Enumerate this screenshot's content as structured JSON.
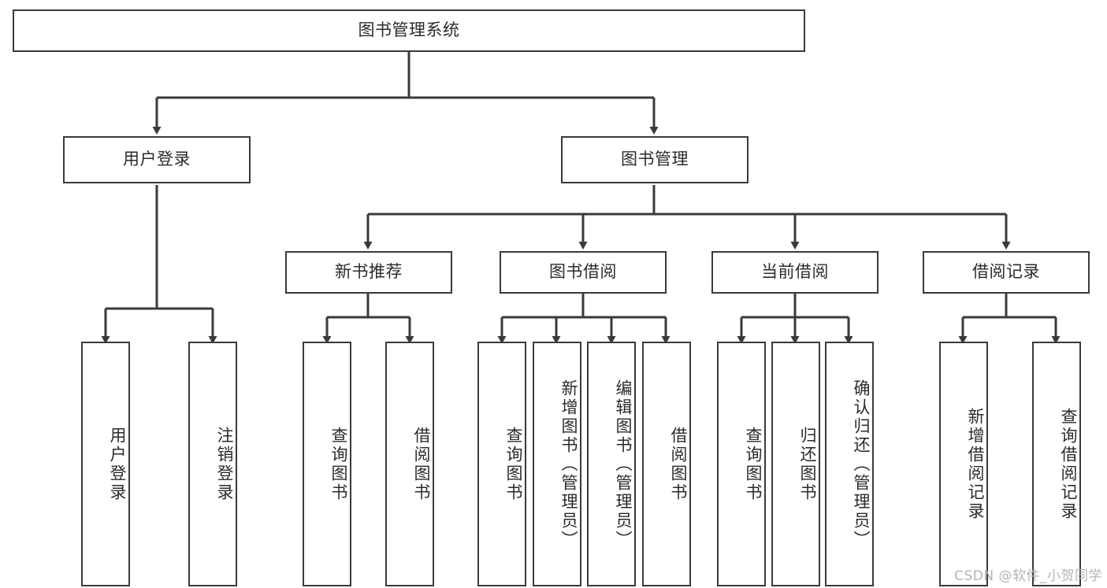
{
  "diagram": {
    "type": "tree-hierarchy-diagram",
    "title": "图书管理系统",
    "line_color": "#3a3a3a",
    "box_fill": "#ffffff",
    "text_color": "#2b2b2b",
    "levels": {
      "root": {
        "label": "图书管理系统"
      },
      "level2": [
        {
          "label": "用户登录"
        },
        {
          "label": "图书管理"
        }
      ],
      "level3": [
        {
          "label": "新书推荐"
        },
        {
          "label": "图书借阅"
        },
        {
          "label": "当前借阅"
        },
        {
          "label": "借阅记录"
        }
      ],
      "leaves": {
        "user_login": [
          {
            "label": "用户登录"
          },
          {
            "label": "注销登录"
          }
        ],
        "new_book_recommend": [
          {
            "label": "查询图书"
          },
          {
            "label": "借阅图书"
          }
        ],
        "book_borrow": [
          {
            "label": "查询图书"
          },
          {
            "label": "新增图书（管理员）"
          },
          {
            "label": "编辑图书（管理员）"
          },
          {
            "label": "借阅图书"
          }
        ],
        "current_borrow": [
          {
            "label": "查询图书"
          },
          {
            "label": "归还图书"
          },
          {
            "label": "确认归还（管理员）"
          }
        ],
        "borrow_record": [
          {
            "label": "新增借阅记录"
          },
          {
            "label": "查询借阅记录"
          }
        ]
      }
    }
  },
  "watermark": {
    "text": "CSDN @软件_小贺同学"
  }
}
